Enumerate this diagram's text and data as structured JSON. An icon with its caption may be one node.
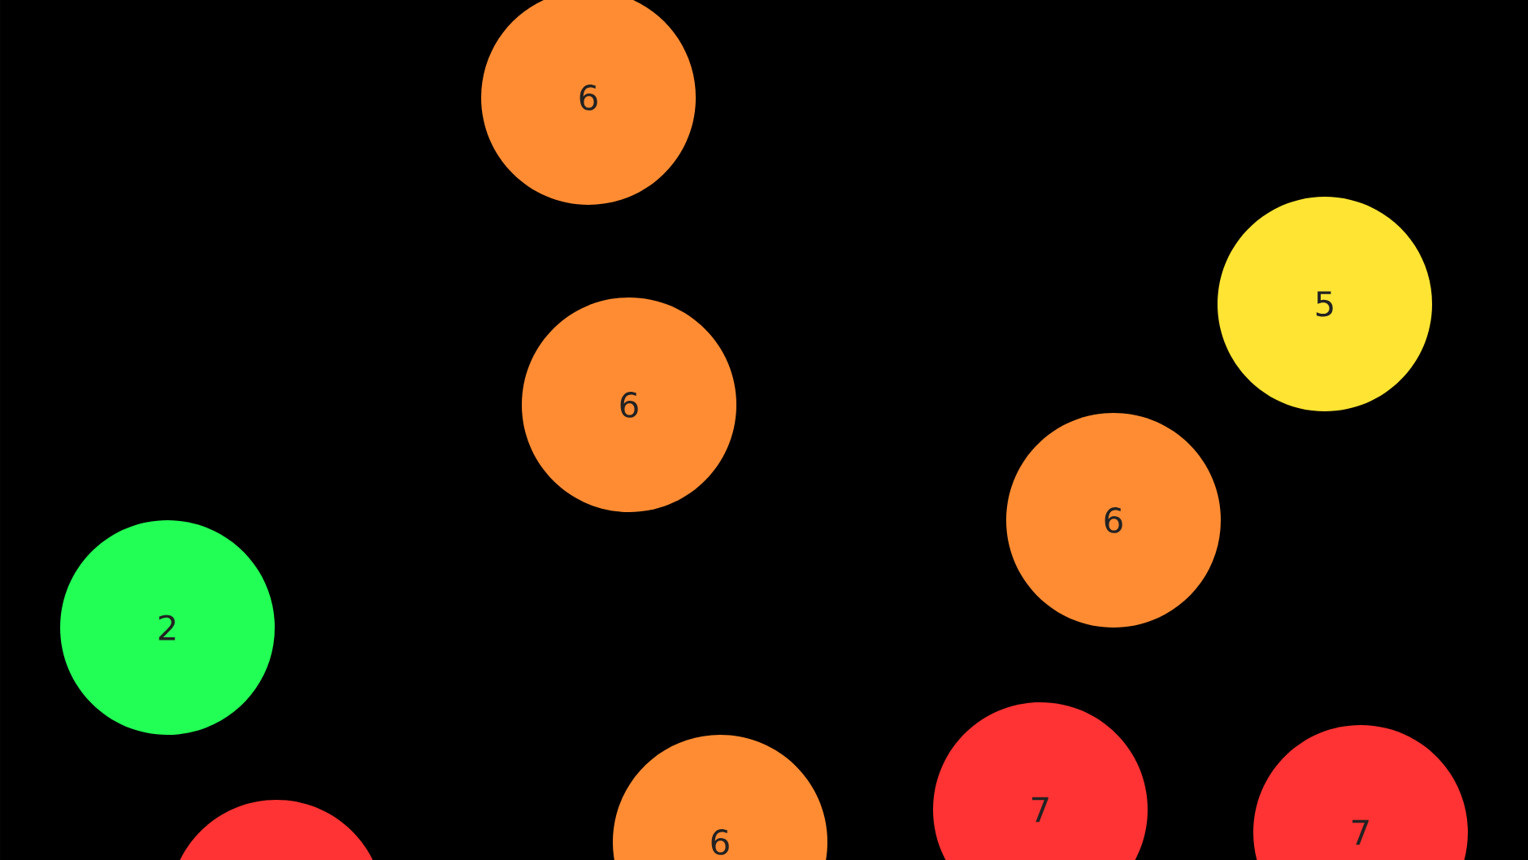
{
  "diagram": {
    "nodes": [
      {
        "text": [
          "6"
        ]
      },
      {
        "text": [
          "5"
        ]
      },
      {
        "text": [
          "6"
        ]
      },
      {
        "text": [
          "6"
        ]
      },
      {
        "text": [
          "2"
        ]
      },
      {
        "text": [
          "7"
        ]
      },
      {
        "text": [
          "6"
        ]
      },
      {
        "text": [
          "7"
        ]
      },
      {
        "text": [],
        "shape": "circle"
      }
    ]
  }
}
